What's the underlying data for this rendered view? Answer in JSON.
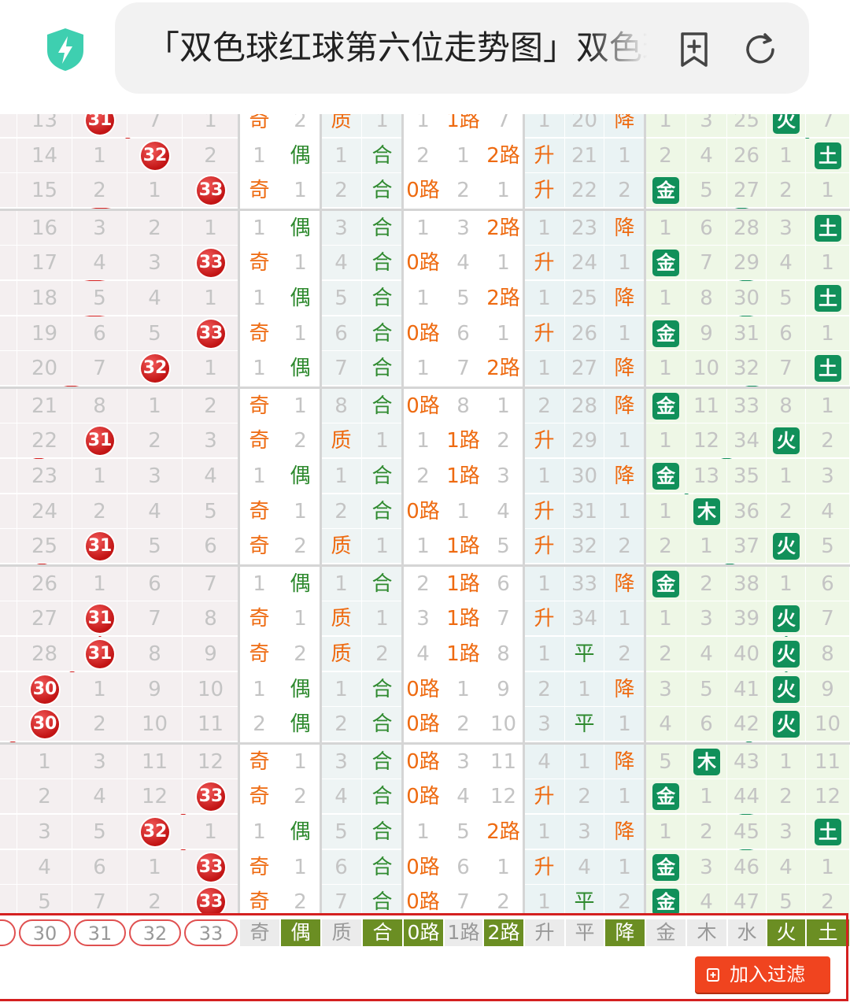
{
  "browser": {
    "url_title": "「双色球红球第六位走势图」双色球",
    "icons": [
      "shield-bolt-icon",
      "bookmark-add-icon",
      "reload-icon"
    ]
  },
  "colors": {
    "ball_red": "#d42525",
    "line_red": "#d42020",
    "element_green": "#11905a",
    "selected_olive": "#6b8e23",
    "orange_text": "#ee6a10",
    "filter_button": "#f0441f"
  },
  "rows": [
    {
      "v": [
        "13",
        "31",
        "7",
        "1",
        "奇",
        "2",
        "质",
        "1",
        "1",
        "1路",
        "7",
        "1",
        "20",
        "降",
        "1",
        "3",
        "25",
        "火",
        "7"
      ],
      "ball": "31",
      "elem": "火"
    },
    {
      "v": [
        "14",
        "1",
        "32",
        "2",
        "1",
        "偶",
        "1",
        "合",
        "2",
        "1",
        "2路",
        "升",
        "21",
        "1",
        "2",
        "4",
        "26",
        "1",
        "土"
      ],
      "ball": "32",
      "elem": "土"
    },
    {
      "v": [
        "15",
        "2",
        "1",
        "33",
        "奇",
        "1",
        "2",
        "合",
        "0路",
        "2",
        "1",
        "升",
        "22",
        "2",
        "金",
        "5",
        "27",
        "2",
        "1"
      ],
      "ball": "33",
      "elem": "金"
    },
    {
      "v": [
        "16",
        "3",
        "2",
        "1",
        "1",
        "偶",
        "3",
        "合",
        "1",
        "3",
        "2路",
        "1",
        "23",
        "降",
        "1",
        "6",
        "28",
        "3",
        "土"
      ],
      "ball": "",
      "elem": "土"
    },
    {
      "v": [
        "17",
        "4",
        "3",
        "33",
        "奇",
        "1",
        "4",
        "合",
        "0路",
        "4",
        "1",
        "升",
        "24",
        "1",
        "金",
        "7",
        "29",
        "4",
        "1"
      ],
      "ball": "33",
      "elem": "金"
    },
    {
      "v": [
        "18",
        "5",
        "4",
        "1",
        "1",
        "偶",
        "5",
        "合",
        "1",
        "5",
        "2路",
        "1",
        "25",
        "降",
        "1",
        "8",
        "30",
        "5",
        "土"
      ],
      "ball": "",
      "elem": "土"
    },
    {
      "v": [
        "19",
        "6",
        "5",
        "33",
        "奇",
        "1",
        "6",
        "合",
        "0路",
        "6",
        "1",
        "升",
        "26",
        "1",
        "金",
        "9",
        "31",
        "6",
        "1"
      ],
      "ball": "33",
      "elem": "金"
    },
    {
      "v": [
        "20",
        "7",
        "32",
        "1",
        "1",
        "偶",
        "7",
        "合",
        "1",
        "7",
        "2路",
        "1",
        "27",
        "降",
        "1",
        "10",
        "32",
        "7",
        "土"
      ],
      "ball": "32",
      "elem": "土"
    },
    {
      "v": [
        "21",
        "8",
        "1",
        "2",
        "奇",
        "1",
        "8",
        "合",
        "0路",
        "8",
        "1",
        "2",
        "28",
        "降",
        "金",
        "11",
        "33",
        "8",
        "1"
      ],
      "ball": "",
      "elem": "金"
    },
    {
      "v": [
        "22",
        "31",
        "2",
        "3",
        "奇",
        "2",
        "质",
        "1",
        "1",
        "1路",
        "2",
        "升",
        "29",
        "1",
        "1",
        "12",
        "34",
        "火",
        "2"
      ],
      "ball": "31",
      "elem": "火"
    },
    {
      "v": [
        "23",
        "1",
        "3",
        "4",
        "1",
        "偶",
        "1",
        "合",
        "2",
        "1路",
        "3",
        "1",
        "30",
        "降",
        "金",
        "13",
        "35",
        "1",
        "3"
      ],
      "ball": "",
      "elem": "金"
    },
    {
      "v": [
        "24",
        "2",
        "4",
        "5",
        "奇",
        "1",
        "2",
        "合",
        "0路",
        "1",
        "4",
        "升",
        "31",
        "1",
        "1",
        "木",
        "36",
        "2",
        "4"
      ],
      "ball": "",
      "elem": "木"
    },
    {
      "v": [
        "25",
        "31",
        "5",
        "6",
        "奇",
        "2",
        "质",
        "1",
        "1",
        "1路",
        "5",
        "升",
        "32",
        "2",
        "2",
        "1",
        "37",
        "火",
        "5"
      ],
      "ball": "31",
      "elem": "火"
    },
    {
      "v": [
        "26",
        "1",
        "6",
        "7",
        "1",
        "偶",
        "1",
        "合",
        "2",
        "1路",
        "6",
        "1",
        "33",
        "降",
        "金",
        "2",
        "38",
        "1",
        "6"
      ],
      "ball": "",
      "elem": "金"
    },
    {
      "v": [
        "27",
        "31",
        "7",
        "8",
        "奇",
        "1",
        "质",
        "1",
        "3",
        "1路",
        "7",
        "升",
        "34",
        "1",
        "1",
        "3",
        "39",
        "火",
        "7"
      ],
      "ball": "31",
      "elem": "火"
    },
    {
      "v": [
        "28",
        "31",
        "8",
        "9",
        "奇",
        "2",
        "质",
        "2",
        "4",
        "1路",
        "8",
        "1",
        "平",
        "2",
        "2",
        "4",
        "40",
        "火",
        "8"
      ],
      "ball": "31",
      "elem": "火"
    },
    {
      "v": [
        "30",
        "1",
        "9",
        "10",
        "1",
        "偶",
        "1",
        "合",
        "0路",
        "1",
        "9",
        "2",
        "1",
        "降",
        "3",
        "5",
        "41",
        "火",
        "9"
      ],
      "ball": "30",
      "elem": "火"
    },
    {
      "v": [
        "30",
        "2",
        "10",
        "11",
        "2",
        "偶",
        "2",
        "合",
        "0路",
        "2",
        "10",
        "3",
        "平",
        "1",
        "4",
        "6",
        "42",
        "火",
        "10"
      ],
      "ball": "30",
      "elem": "火"
    },
    {
      "v": [
        "1",
        "3",
        "11",
        "12",
        "奇",
        "1",
        "3",
        "合",
        "0路",
        "3",
        "11",
        "4",
        "1",
        "降",
        "5",
        "木",
        "43",
        "1",
        "11"
      ],
      "ball": "",
      "elem": "木"
    },
    {
      "v": [
        "2",
        "4",
        "12",
        "33",
        "奇",
        "2",
        "4",
        "合",
        "0路",
        "4",
        "12",
        "升",
        "2",
        "1",
        "金",
        "1",
        "44",
        "2",
        "12"
      ],
      "ball": "33",
      "elem": "金"
    },
    {
      "v": [
        "3",
        "5",
        "32",
        "1",
        "1",
        "偶",
        "5",
        "合",
        "1",
        "5",
        "2路",
        "1",
        "3",
        "降",
        "1",
        "2",
        "45",
        "3",
        "土"
      ],
      "ball": "32",
      "elem": "土"
    },
    {
      "v": [
        "4",
        "6",
        "1",
        "33",
        "奇",
        "1",
        "6",
        "合",
        "0路",
        "6",
        "1",
        "升",
        "4",
        "1",
        "金",
        "3",
        "46",
        "4",
        "1"
      ],
      "ball": "33",
      "elem": "金"
    },
    {
      "v": [
        "5",
        "7",
        "2",
        "33",
        "奇",
        "2",
        "7",
        "合",
        "0路",
        "7",
        "2",
        "1",
        "平",
        "2",
        "金",
        "4",
        "47",
        "5",
        "2"
      ],
      "ball": "33",
      "elem": "金"
    }
  ],
  "selector": {
    "numbers": [
      "30",
      "31",
      "32",
      "33"
    ],
    "options": [
      {
        "label": "奇",
        "on": false
      },
      {
        "label": "偶",
        "on": true
      },
      {
        "label": "质",
        "on": false
      },
      {
        "label": "合",
        "on": true
      },
      {
        "label": "0路",
        "on": true
      },
      {
        "label": "1路",
        "on": false
      },
      {
        "label": "2路",
        "on": true
      },
      {
        "label": "升",
        "on": false
      },
      {
        "label": "平",
        "on": false
      },
      {
        "label": "降",
        "on": true
      },
      {
        "label": "金",
        "on": false
      },
      {
        "label": "木",
        "on": false
      },
      {
        "label": "水",
        "on": false
      },
      {
        "label": "火",
        "on": true
      },
      {
        "label": "土",
        "on": true
      }
    ]
  },
  "filter_button_label": "加入过滤"
}
